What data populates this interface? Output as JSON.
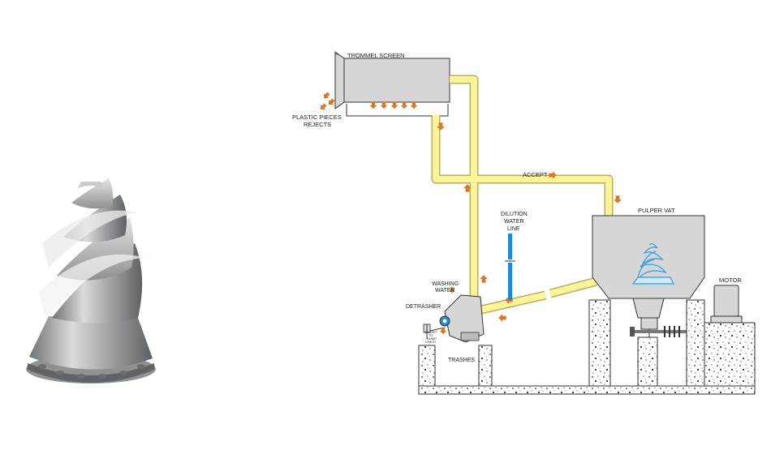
{
  "labels": {
    "trommel_screen": "TROMMEL SCREEN",
    "plastic_pieces": "PLASTIC PIECES",
    "rejects": "REJECTS",
    "accept": "ACCEPT",
    "pulper_vat": "PULPER VAT",
    "dilution_1": "DILUTION",
    "dilution_2": "WATER",
    "dilution_3": "LINE",
    "washing_1": "WASHING",
    "washing_2": "WATER",
    "detrasher": "DETRASHER",
    "accept_dump_1": "ACCEPT",
    "accept_dump_2": "TO",
    "accept_dump_3": "DUMP",
    "accept_dump_4": "CHEST",
    "trashes": "TRASHES",
    "motor": "MOTOR"
  },
  "colors": {
    "pipe_yellow": "#fbf49a",
    "pipe_edge": "#c9c26a",
    "dilution_blue": "#1f8ad6",
    "vessel_grey": "#d6d6d6",
    "arrow_orange": "#d8792a",
    "rotor_blue": "#2f9fe0",
    "rotor_metal": "#b9bcbf"
  },
  "icons": {
    "flow_arrow": "orange-arrow-icon",
    "rotor_photo": "helical-rotor-icon"
  }
}
